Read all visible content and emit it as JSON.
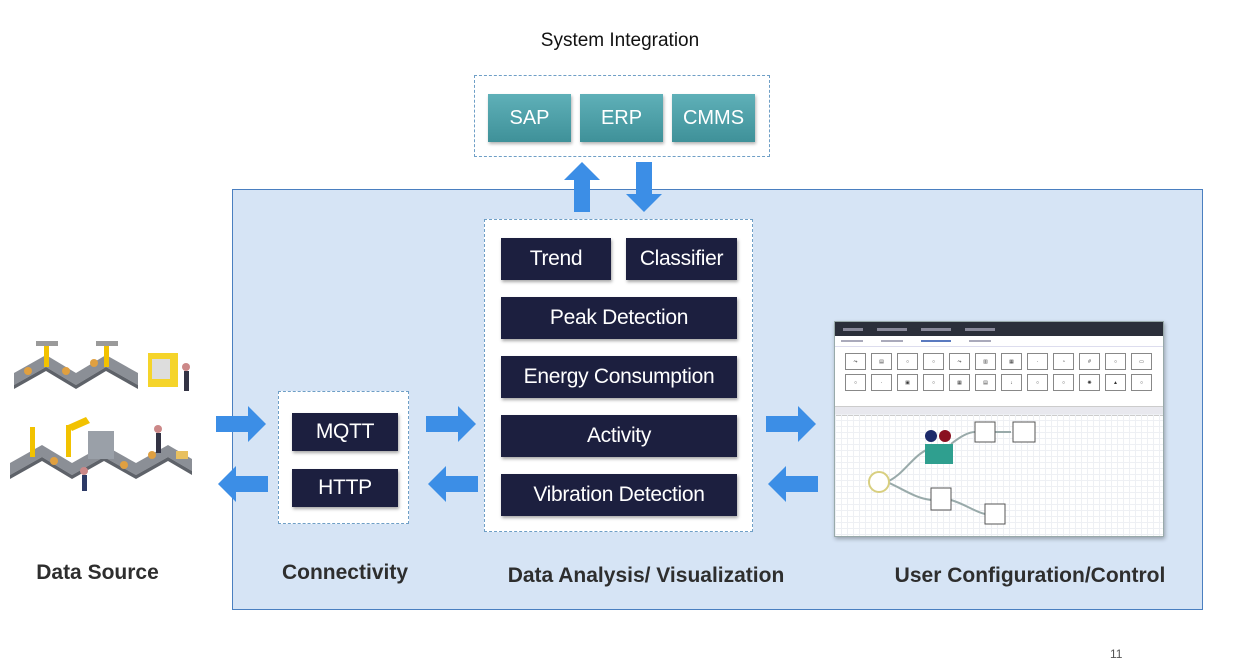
{
  "system_integration": {
    "title": "System Integration",
    "items": [
      "SAP",
      "ERP",
      "CMMS"
    ]
  },
  "connectivity": {
    "items": [
      "MQTT",
      "HTTP"
    ],
    "label": "Connectivity"
  },
  "analysis": {
    "items": [
      "Trend",
      "Classifier",
      "Peak Detection",
      "Energy Consumption",
      "Activity",
      "Vibration Detection"
    ],
    "label": "Data Analysis/ Visualization"
  },
  "data_source": {
    "label": "Data Source"
  },
  "user_config": {
    "label": "User Configuration/Control"
  },
  "page_number": "11",
  "colors": {
    "panel": "#d6e4f5",
    "navy": "#1c1f3f",
    "teal": "#4aa0a8",
    "arrow": "#3c8ee6"
  }
}
